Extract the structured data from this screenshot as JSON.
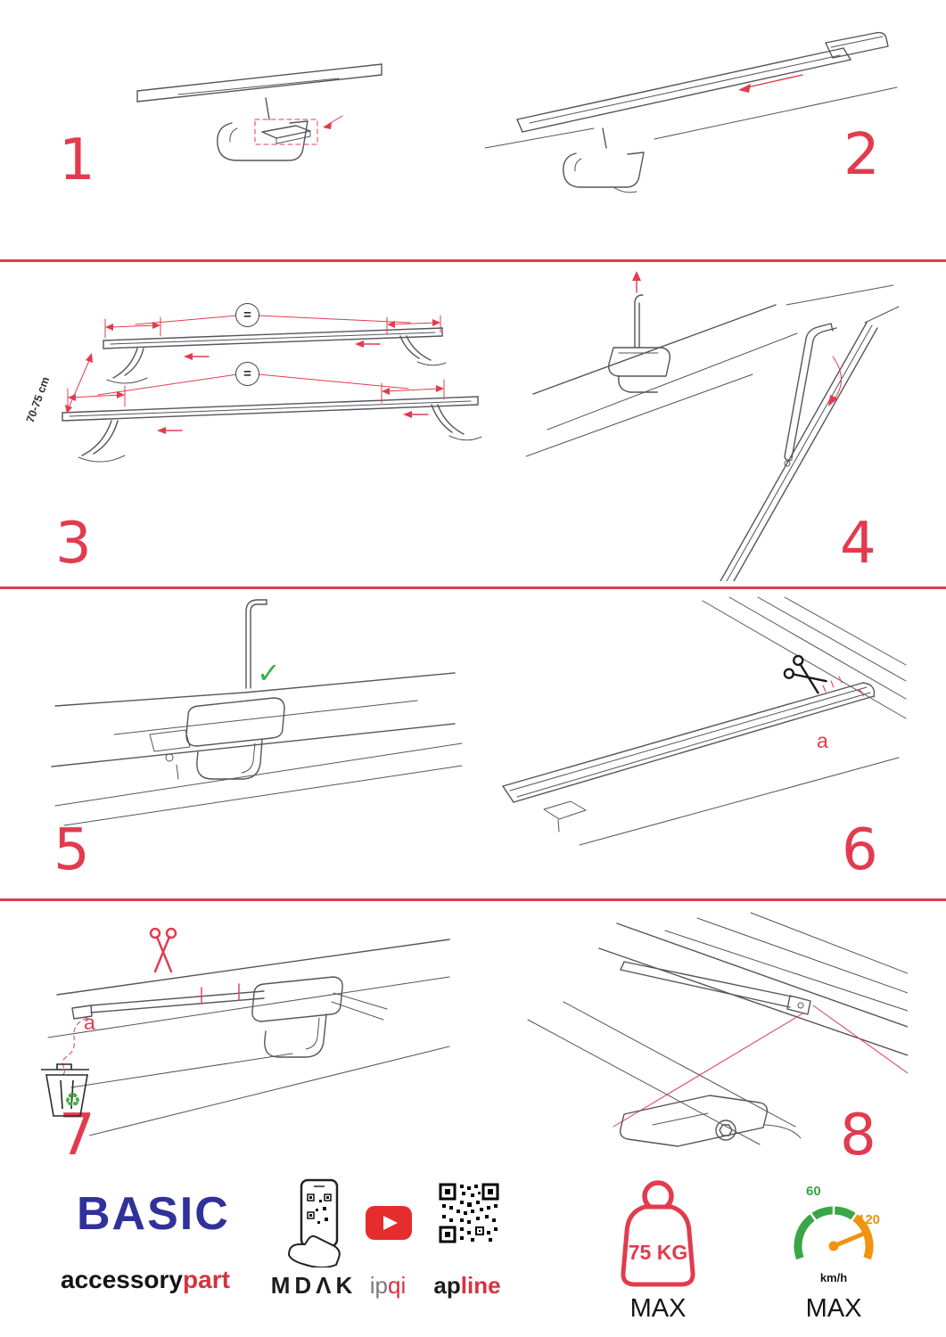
{
  "colors": {
    "accent_red": "#e23b4e",
    "brand_blue": "#31319b",
    "green": "#3aa647",
    "orange": "#f0930e",
    "line_gray": "#54555b"
  },
  "steps": [
    {
      "label": "1"
    },
    {
      "label": "2"
    },
    {
      "label": "3"
    },
    {
      "label": "4"
    },
    {
      "label": "5"
    },
    {
      "label": "6"
    },
    {
      "label": "7"
    },
    {
      "label": "8"
    }
  ],
  "step3": {
    "distance_label": "70-75 cm",
    "equals_top": "=",
    "equals_bottom": "="
  },
  "step5": {
    "check_icon": "✓"
  },
  "step6": {
    "cut_label": "a"
  },
  "step7": {
    "cut_label": "a",
    "recycle_icon": "♻"
  },
  "footer": {
    "brand_name": "BASIC",
    "brand_sub_left": "accessory",
    "brand_sub_right": "part",
    "logo_mdak": "MDΛK",
    "logo_ipqi_left": "ip",
    "logo_ipqi_right": "qi",
    "logo_apline_left": "ap",
    "logo_apline_right": "line",
    "weight_value": "75 KG",
    "weight_max": "MAX",
    "speed_low": "60",
    "speed_high": "120",
    "speed_unit": "km/h",
    "speed_max": "MAX"
  }
}
